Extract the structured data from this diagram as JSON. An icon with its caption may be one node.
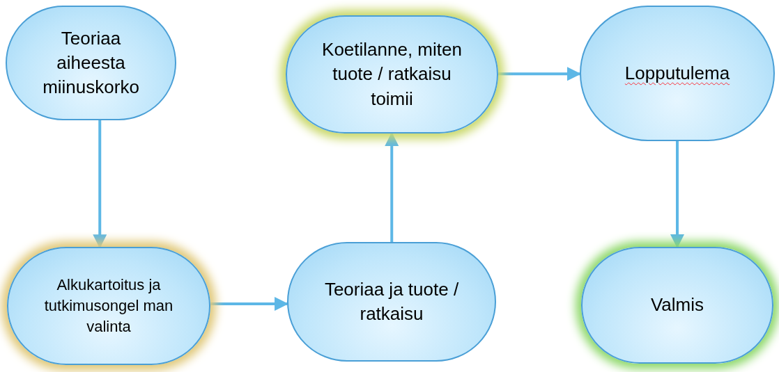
{
  "diagram": {
    "nodes": [
      {
        "text": [
          "Teoriaa aiheesta miinuskorko"
        ]
      },
      {
        "text": [
          "Koetilanne, miten tuote / ratkaisu toimii"
        ]
      },
      {
        "text": [
          "Lopputulema"
        ]
      },
      {
        "text": [
          "Alkukartoitus ja tutkimusongel man valinta"
        ]
      },
      {
        "text": [
          "Teoriaa ja tuote / ratkaisu"
        ]
      },
      {
        "text": [
          "Valmis"
        ]
      }
    ],
    "edges": [
      {
        "from": 0,
        "to": 3,
        "arrow": "to"
      },
      {
        "from": 3,
        "to": 4,
        "arrow": "to"
      },
      {
        "from": 4,
        "to": 1,
        "arrow": "to"
      },
      {
        "from": 1,
        "to": 2,
        "arrow": "to"
      },
      {
        "from": 2,
        "to": 5,
        "arrow": "to"
      }
    ]
  }
}
